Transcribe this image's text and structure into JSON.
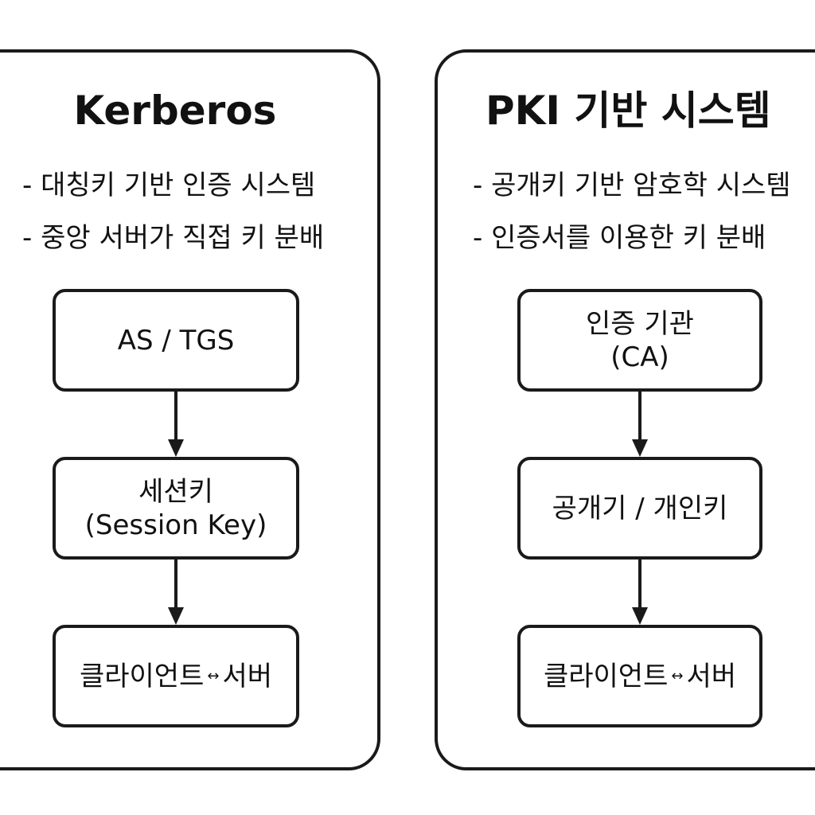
{
  "kerberos": {
    "title": "Kerberos",
    "bullets": [
      "- 대칭키 기반 인증 시스템",
      "- 중앙 서버가 직접 키 분배"
    ],
    "box1": {
      "line1": "AS / TGS"
    },
    "box2": {
      "line1": "세션키",
      "line2": "(Session Key)"
    },
    "box3": {
      "left": "클라이언트",
      "arrow": "↔",
      "right": "서버"
    }
  },
  "pki": {
    "title": "PKI 기반 시스템",
    "bullets": [
      "- 공개키 기반 암호학 시스템",
      "- 인증서를 이용한 키 분배"
    ],
    "box1": {
      "line1": "인증 기관",
      "line2": "(CA)"
    },
    "box2": {
      "line1": "공개기 / 개인키"
    },
    "box3": {
      "left": "클라이언트",
      "arrow": "↔",
      "right": "서버"
    }
  },
  "colors": {
    "stroke": "#1a1a1a",
    "background": "#ffffff",
    "text": "#111111"
  }
}
